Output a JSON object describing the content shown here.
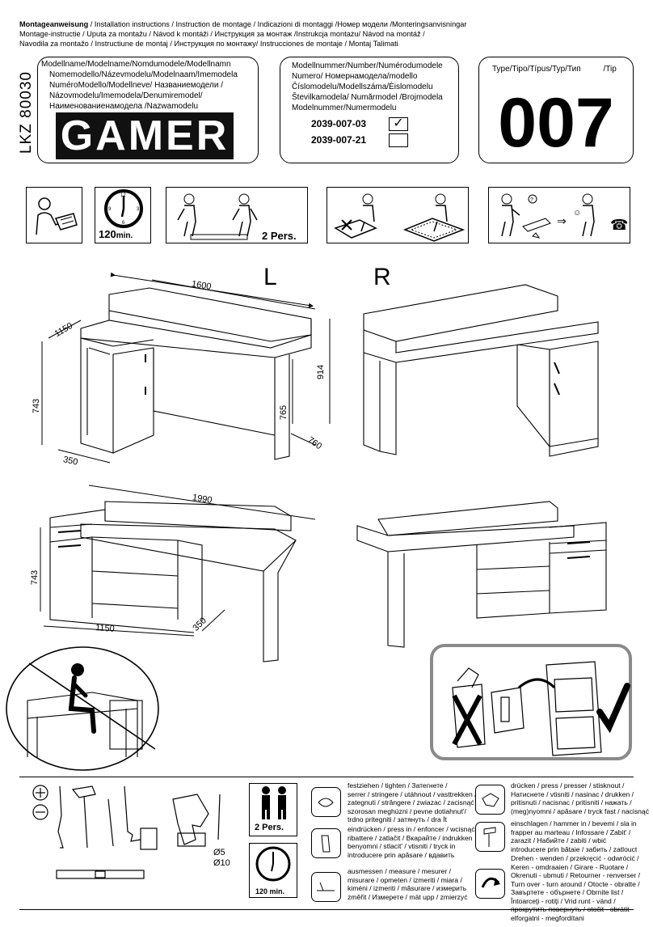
{
  "header": {
    "line1_bold": "Montageanweisung",
    "line1_rest": " / Installation instructions / Instruction de montage / Indicazioni di montaggi /Номер модели /Monteringsanvisningar",
    "line2": "Montage-instructie / Uputa za montažu / Návod k montáži / Инструкция за монтаж /Instrukcja montażu/ Návod na montáž /",
    "line3": "Navodila za montažo / Instructiune de montaj / Инструкция по монтажу/ Instrucciones de montaje / Montaj Talimati"
  },
  "side_code": "LKZ 80030",
  "model_name": {
    "lines": [
      "Modellname/Modelname/Nomdumodele/Modellnamn",
      "Nomemodello/Názevmodelu/Modelnaam/Imemodela",
      "NuméroModello/Modellneve/        Названиемодели /",
      "Názovmodelu/Imemodela/Denumiremodel/",
      "Наименованиенамодела  /Nazwamodelu"
    ],
    "name": "GAMER"
  },
  "model_number": {
    "lines": [
      "Modellnummer/Number/Numérodumodele",
      "Numero/   Номернамодела/modello",
      "Číslomodelu/Modellszáma/Ėislomodelu",
      "Številkamodela/   Numărmodel  /Brojmodela",
      "Modelnummer/Numermodelu"
    ],
    "options": [
      {
        "code": "2039-007-03",
        "checked": true,
        "mark": "✓"
      },
      {
        "code": "2039-007-21",
        "checked": false,
        "mark": ""
      }
    ]
  },
  "type_box": {
    "label": "Type/Tipo/Típus/Typ/Тип          /Tip",
    "value": "007"
  },
  "pictograms": {
    "time": "120",
    "time_unit": "min.",
    "persons": "2 Pers."
  },
  "variants": {
    "left": "L",
    "right": "R"
  },
  "dimensions": {
    "top_width": "1600",
    "top_depth": "1150",
    "height_low": "743",
    "height_desk": "765",
    "height_total": "914",
    "desk_depth": "760",
    "cabinet_depth": "350",
    "wide_width": "1990",
    "wide_height": "743",
    "wide_depth": "1150",
    "wide_cab_depth": "350"
  },
  "tools": {
    "drill_sizes": [
      "Ø5",
      "Ø10"
    ],
    "persons": "2 Pers.",
    "time": "120 min.",
    "instructions_left": [
      [
        "festziehen / tighten / Затегнете /",
        "serrer / stringere / utáhnout / vasttrekken /",
        "zategnuti / strângere / zwiazac / zacisnąć",
        "szorosan meghúzni / pevne dotiahnut'/",
        "trdno pritegniti / затянуть / dra İt"
      ],
      [
        "eindrücken / press in / enfoncer / wcisnąć",
        "ribattere / zatlačit / Вкарайте / indrukken",
        "benyomni / stlacit' / vtisniti / tryck in",
        "introducere prin apăsare / вдавить"
      ],
      [
        "ausmessen / measure / mesurer /",
        "misurare / opmeten / izmeriti / miara /",
        "kiméni / izmeriti / măsurare / измерить",
        "změřit / Измерете / mät upp / zmierzyć"
      ]
    ],
    "instructions_right": [
      [
        "drücken / press / presser / stisknout /",
        "Натиснете / vtisniti / nasinac / drukken /",
        "pritisnuti / nacisnac / pritisniti / нажать /",
        "(meg)nyomni / apăsare / tryck fast / nacisnąć"
      ],
      [
        "einschlagen / hammer in / bevemi / sla in",
        "frapper au marteau / Infossare / Zabit' /",
        "zarazit / Набийте / zabiti / wbić",
        "introducere prin bătaie / забить / zatlouct"
      ],
      [
        "Drehen - wenden / przekręcić - odwrócić /",
        "Keren - omdraaien / Girare - Ruotare /",
        "Okrenuti - ubmuti / Retourner - renverser /",
        "Turn over - turn around / Otocte - obratte /",
        "Завъртете - обърнете / Obrnite list /",
        "Întoarceţi - rotiţi   / Vrid runt - vänd /",
        "прокрутить  повернуть     / otočit - obrátit",
        "elforgatni - megfordítani"
      ]
    ]
  }
}
